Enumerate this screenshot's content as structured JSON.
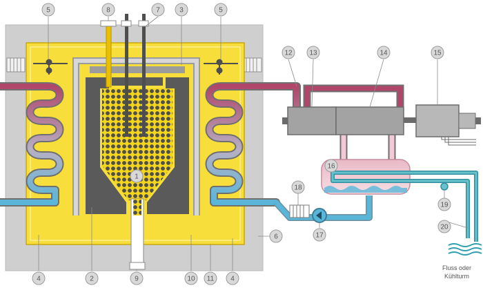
{
  "colors": {
    "concrete": "#cfcfcf",
    "concrete_edge": "#bdbdbd",
    "vessel_yellow": "#f3d51b",
    "vessel_fill": "#f8de3a",
    "graphite": "#5a5a5a",
    "hot_pipe": "#b0466a",
    "cold_pipe": "#59b6d8",
    "turbine": "#9a9a9a",
    "callout_fill": "#d9d9d9",
    "callout_stroke": "#9a9a9a",
    "text": "#555555"
  },
  "callouts": [
    {
      "id": "c1",
      "label": "1"
    },
    {
      "id": "c2",
      "label": "2"
    },
    {
      "id": "c3",
      "label": "3"
    },
    {
      "id": "c4a",
      "label": "4"
    },
    {
      "id": "c4b",
      "label": "4"
    },
    {
      "id": "c5a",
      "label": "5"
    },
    {
      "id": "c5b",
      "label": "5"
    },
    {
      "id": "c6",
      "label": "6"
    },
    {
      "id": "c7",
      "label": "7"
    },
    {
      "id": "c8",
      "label": "8"
    },
    {
      "id": "c9",
      "label": "9"
    },
    {
      "id": "c10",
      "label": "10"
    },
    {
      "id": "c11",
      "label": "11"
    },
    {
      "id": "c12",
      "label": "12"
    },
    {
      "id": "c13",
      "label": "13"
    },
    {
      "id": "c14",
      "label": "14"
    },
    {
      "id": "c15",
      "label": "15"
    },
    {
      "id": "c16",
      "label": "16"
    },
    {
      "id": "c17",
      "label": "17"
    },
    {
      "id": "c18",
      "label": "18"
    },
    {
      "id": "c19",
      "label": "19"
    },
    {
      "id": "c20",
      "label": "20"
    }
  ],
  "caption": {
    "line1": "Fluss oder",
    "line2": "Kühlturm"
  }
}
